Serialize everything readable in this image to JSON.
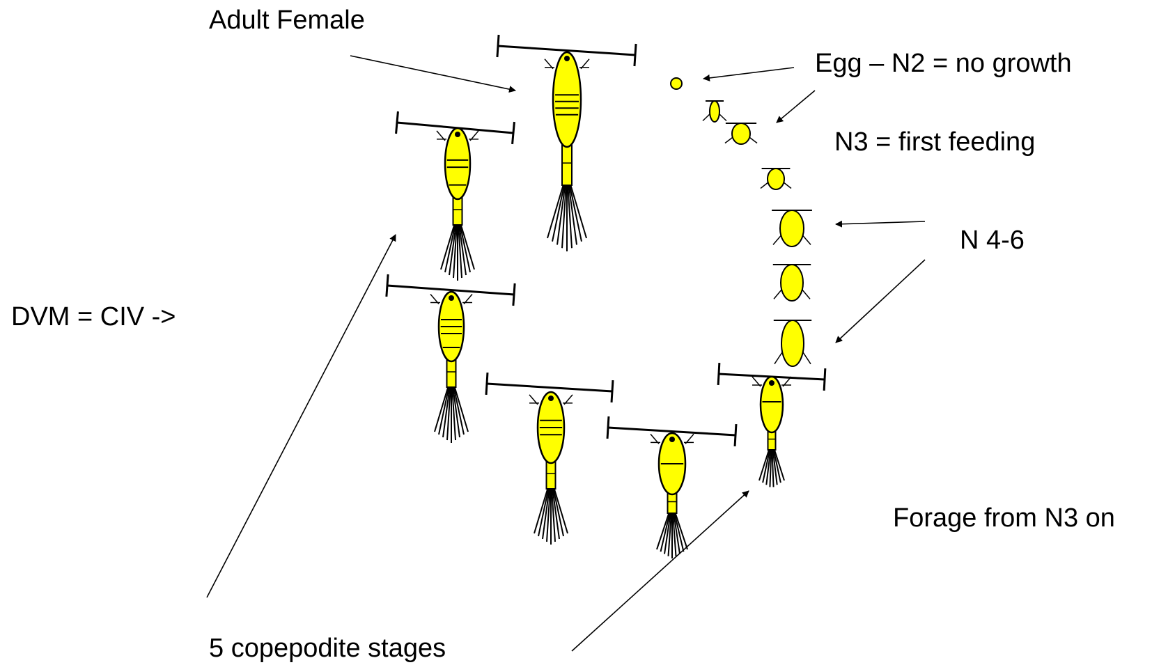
{
  "labels": {
    "adult_female": "Adult Female",
    "egg_n2": "Egg – N2  = no growth",
    "n3": "N3 = first feeding",
    "n46": "N 4-6",
    "dvm": "DVM = CIV ->",
    "forage": "Forage from N3 on",
    "copepodite": "5 copepodite stages"
  },
  "colors": {
    "body": "#ffff00",
    "stroke": "#000000",
    "background": "#ffffff"
  }
}
